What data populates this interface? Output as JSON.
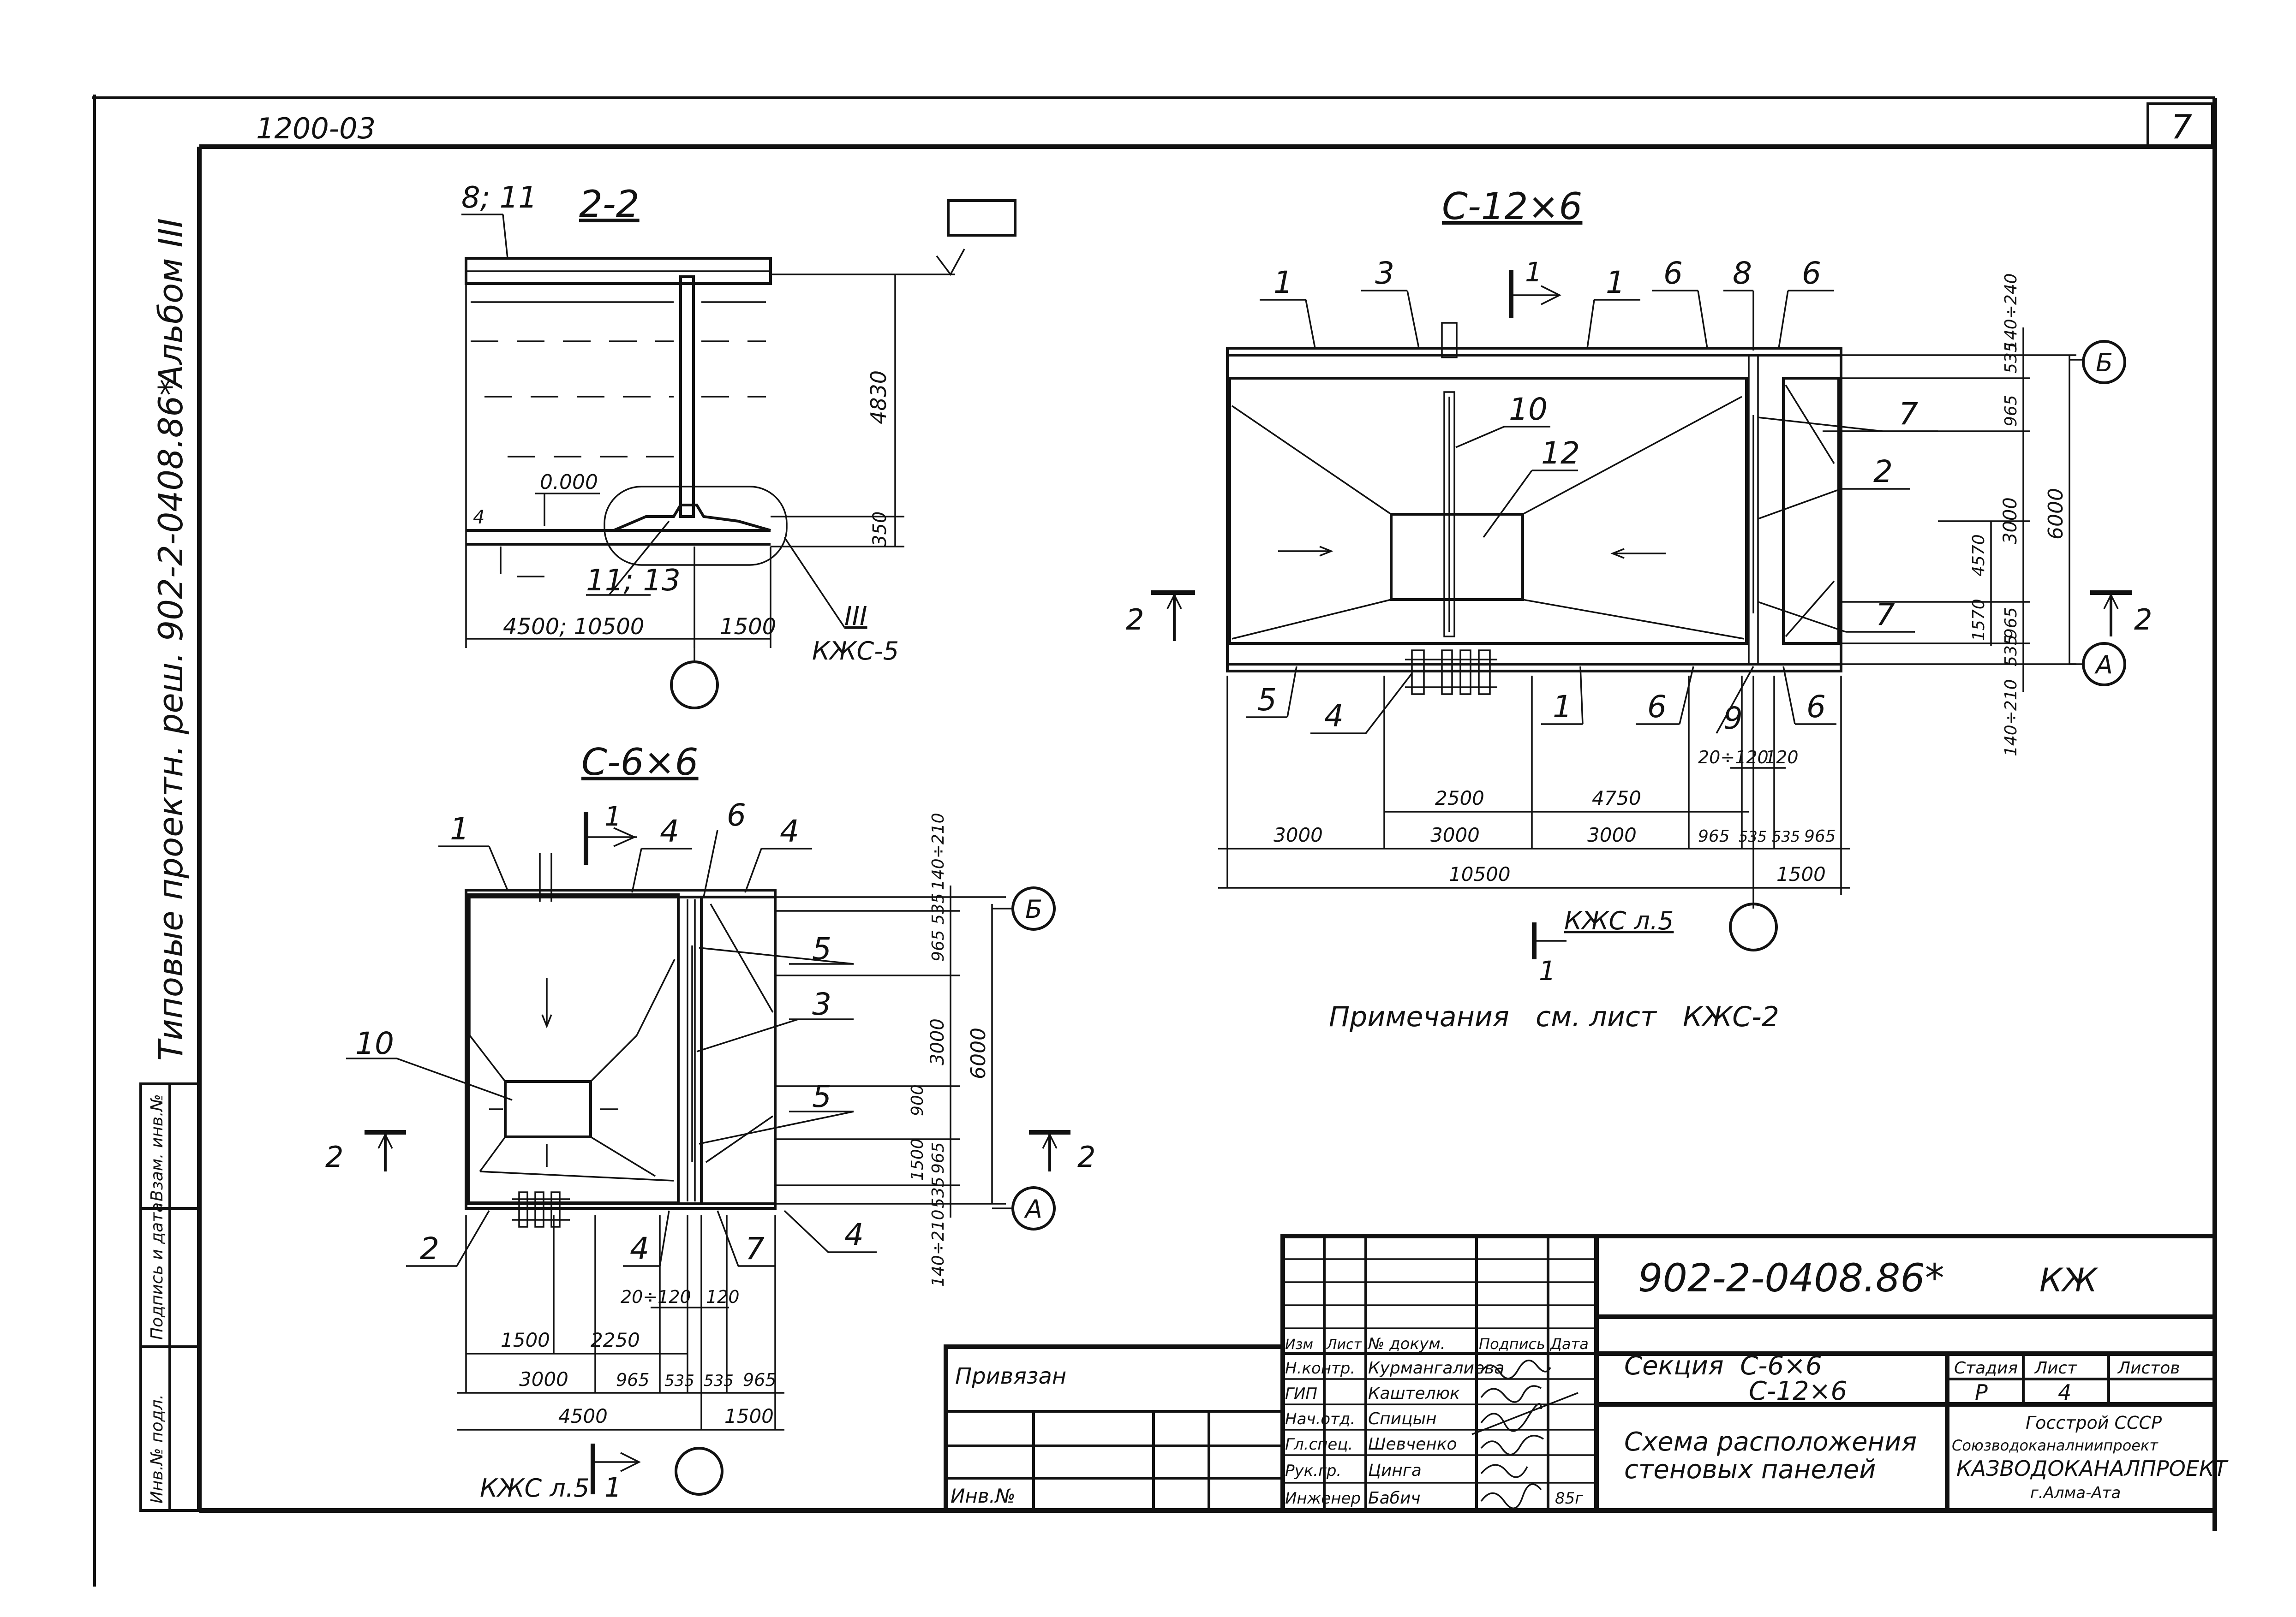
{
  "header": {
    "code_top": "1200-03",
    "sheet_number": "7"
  },
  "left_margin": {
    "album_title": "Типовые проектн. реш. 902-2-0408.86*",
    "album": "Альбом III"
  },
  "left_stamp": [
    "Инв.№ подл.",
    "Подпись и дата",
    "Взам. инв.№"
  ],
  "section_2_2": {
    "title": "2-2",
    "callouts": [
      "8; 11",
      "11; 13"
    ],
    "levels": [
      "0.000"
    ],
    "dims": [
      "4830",
      "350",
      "4500; 10500",
      "1500"
    ],
    "small_marks": [
      "4"
    ],
    "node_ref": "III",
    "node_sheet": "КЖС-5"
  },
  "plan_c6x6": {
    "title": "С-6×6",
    "callouts": [
      "1",
      "4",
      "6",
      "4",
      "5",
      "3",
      "5",
      "10",
      "2",
      "4",
      "7",
      "4"
    ],
    "section_marks": [
      "1",
      "2",
      "2",
      "1"
    ],
    "axes": [
      "Б",
      "А"
    ],
    "dims_right": [
      "140÷210",
      "535",
      "965",
      "3000",
      "900",
      "1500",
      "965",
      "535",
      "140÷210",
      "6000"
    ],
    "dims_bottom": [
      "20÷120",
      "120",
      "1500",
      "2250",
      "3000",
      "965",
      "535",
      "535",
      "965",
      "4500",
      "1500"
    ],
    "node_sheet": "КЖС л.5"
  },
  "plan_c12x6": {
    "title": "С-12×6",
    "callouts": [
      "1",
      "3",
      "1",
      "6",
      "8",
      "6",
      "10",
      "12",
      "7",
      "2",
      "7",
      "5",
      "4",
      "1",
      "6",
      "9",
      "6"
    ],
    "section_marks": [
      "1",
      "2",
      "2",
      "1"
    ],
    "axes": [
      "Б",
      "А"
    ],
    "dims_right": [
      "140÷240",
      "535",
      "965",
      "3000",
      "4570",
      "1570",
      "965",
      "535",
      "140÷210",
      "6000"
    ],
    "dims_bottom": [
      "20÷120",
      "120",
      "2500",
      "4750",
      "3000",
      "3000",
      "3000",
      "965",
      "535",
      "535",
      "965",
      "10500",
      "1500"
    ],
    "node_sheet": "КЖС л.5",
    "note": "Примечания   см. лист   КЖС-2"
  },
  "privyazan": {
    "label": "Привязан",
    "inv": "Инв.№"
  },
  "title_block": {
    "doc_code": "902-2-0408.86*",
    "mark": "КЖ",
    "columns": [
      "Изм",
      "Лист",
      "№ докум.",
      "Подпись",
      "Дата"
    ],
    "people": [
      {
        "role": "Н.контр.",
        "name": "Курмангалиева"
      },
      {
        "role": "ГИП",
        "name": "Каштелюк"
      },
      {
        "role": "Нач.отд.",
        "name": "Спицын"
      },
      {
        "role": "Гл.спец.",
        "name": "Шевченко"
      },
      {
        "role": "Рук.гр.",
        "name": "Цинга"
      },
      {
        "role": "Инженер",
        "name": "Бабич"
      }
    ],
    "date": "85г",
    "section_name_1": "Секция  С-6×6",
    "section_name_2": "С-12×6",
    "stage_header": "Стадия",
    "sheet_header": "Лист",
    "sheets_header": "Листов",
    "stage": "Р",
    "sheet": "4",
    "drawing_name_1": "Схема расположения",
    "drawing_name_2": "стеновых панелей",
    "org_1": "Госстрой СССР",
    "org_2": "Союзводоканалниипроект",
    "org_3": "КАЗВОДОКАНАЛПРОЕКТ",
    "org_4": "г.Алма-Ата"
  }
}
